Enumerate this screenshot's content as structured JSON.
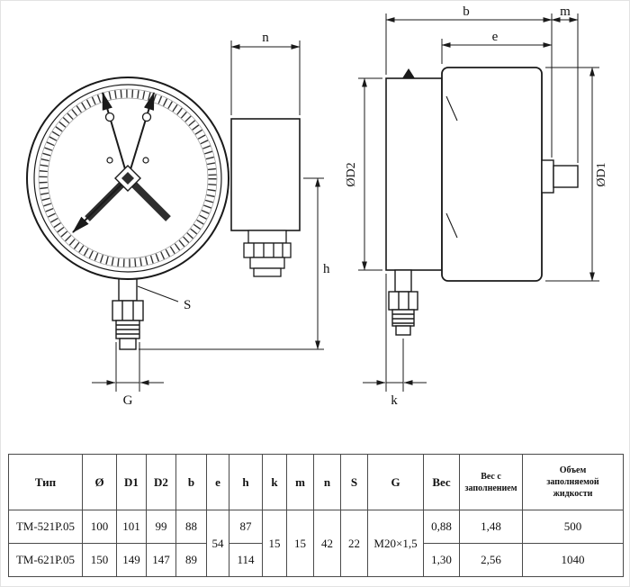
{
  "drawing": {
    "front": {
      "n": "n",
      "h": "h",
      "s": "S",
      "g": "G"
    },
    "side": {
      "b": "b",
      "m": "m",
      "e": "e",
      "d2": "ØD2",
      "d1": "ØD1",
      "k": "k"
    }
  },
  "table": {
    "headers": {
      "type": "Тип",
      "diameter": "Ø",
      "d1": "D1",
      "d2": "D2",
      "b": "b",
      "e": "e",
      "h": "h",
      "k": "k",
      "m": "m",
      "n": "n",
      "s": "S",
      "g": "G",
      "weight": "Вес",
      "weight_filled": "Вес с заполнением",
      "volume": "Объем заполняемой жидкости"
    },
    "shared": {
      "e": "54",
      "k": "15",
      "m": "15",
      "n": "42",
      "s": "22",
      "g": "M20×1,5"
    },
    "rows": [
      {
        "type": "ТМ-521Р.05",
        "diameter": "100",
        "d1": "101",
        "d2": "99",
        "b": "88",
        "h": "87",
        "weight": "0,88",
        "weight_filled": "1,48",
        "volume": "500"
      },
      {
        "type": "ТМ-621Р.05",
        "diameter": "150",
        "d1": "149",
        "d2": "147",
        "b": "89",
        "h": "114",
        "weight": "1,30",
        "weight_filled": "2,56",
        "volume": "1040"
      }
    ]
  }
}
